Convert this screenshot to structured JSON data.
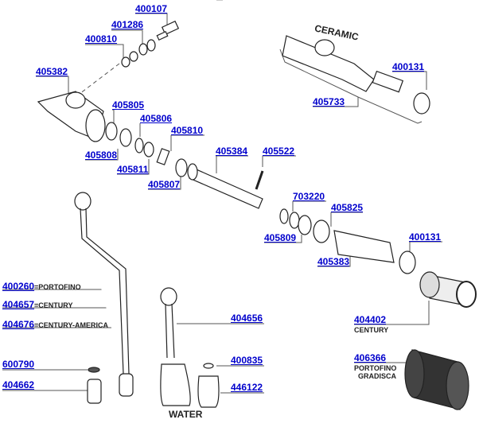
{
  "diagram": {
    "title": "Faucet / Valve Parts Exploded View",
    "labels": {
      "ceramic": "CERAMIC",
      "water": "WATER",
      "century": "CENTURY",
      "portofino": "PORTOFINO",
      "gradisca": "GRADISCA"
    },
    "parts": [
      {
        "id": "400107",
        "label": "400107"
      },
      {
        "id": "401286",
        "label": "401286"
      },
      {
        "id": "400810",
        "label": "400810"
      },
      {
        "id": "405382",
        "label": "405382"
      },
      {
        "id": "405805",
        "label": "405805"
      },
      {
        "id": "405806",
        "label": "405806"
      },
      {
        "id": "405808",
        "label": "405808"
      },
      {
        "id": "405810",
        "label": "405810"
      },
      {
        "id": "405811",
        "label": "405811"
      },
      {
        "id": "405807",
        "label": "405807"
      },
      {
        "id": "405384",
        "label": "405384"
      },
      {
        "id": "405522",
        "label": "405522"
      },
      {
        "id": "703220",
        "label": "703220"
      },
      {
        "id": "405825",
        "label": "405825"
      },
      {
        "id": "405809",
        "label": "405809"
      },
      {
        "id": "405383",
        "label": "405383"
      },
      {
        "id": "400131a",
        "label": "400131"
      },
      {
        "id": "400131b",
        "label": "400131"
      },
      {
        "id": "405733",
        "label": "405733"
      },
      {
        "id": "404402",
        "label": "404402"
      },
      {
        "id": "406366",
        "label": "406366"
      },
      {
        "id": "400260",
        "label": "400260",
        "suffix": "=PORTOFINO"
      },
      {
        "id": "404657",
        "label": "404657",
        "suffix": "=CENTURY"
      },
      {
        "id": "404676",
        "label": "404676",
        "suffix": "=CENTURY-AMERICA"
      },
      {
        "id": "404656",
        "label": "404656"
      },
      {
        "id": "600790",
        "label": "600790"
      },
      {
        "id": "404662",
        "label": "404662"
      },
      {
        "id": "400835",
        "label": "400835"
      },
      {
        "id": "446122",
        "label": "446122"
      }
    ],
    "colors": {
      "link": "#0000cc",
      "line": "#555555",
      "ink": "#222222"
    }
  }
}
